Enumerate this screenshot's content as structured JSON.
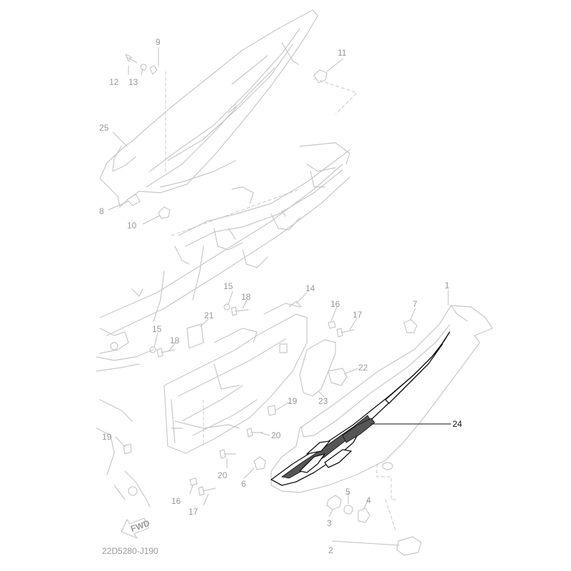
{
  "diagram": {
    "code": "22D5280-J190",
    "fwd_label": "FWD",
    "highlight_color": "#111111",
    "ghost_color": "#c8c8c8",
    "callouts": [
      {
        "id": "c1",
        "text": "1"
      },
      {
        "id": "c2",
        "text": "2"
      },
      {
        "id": "c3",
        "text": "3"
      },
      {
        "id": "c4",
        "text": "4"
      },
      {
        "id": "c5",
        "text": "5"
      },
      {
        "id": "c6",
        "text": "6"
      },
      {
        "id": "c7",
        "text": "7"
      },
      {
        "id": "c8",
        "text": "8"
      },
      {
        "id": "c9",
        "text": "9"
      },
      {
        "id": "c10",
        "text": "10"
      },
      {
        "id": "c11",
        "text": "11"
      },
      {
        "id": "c12",
        "text": "12"
      },
      {
        "id": "c13",
        "text": "13"
      },
      {
        "id": "c14",
        "text": "14"
      },
      {
        "id": "c15a",
        "text": "15"
      },
      {
        "id": "c15b",
        "text": "15"
      },
      {
        "id": "c16a",
        "text": "16"
      },
      {
        "id": "c16b",
        "text": "16"
      },
      {
        "id": "c17a",
        "text": "17"
      },
      {
        "id": "c17b",
        "text": "17"
      },
      {
        "id": "c18a",
        "text": "18"
      },
      {
        "id": "c18b",
        "text": "18"
      },
      {
        "id": "c19a",
        "text": "19"
      },
      {
        "id": "c19b",
        "text": "19"
      },
      {
        "id": "c20a",
        "text": "20"
      },
      {
        "id": "c20b",
        "text": "20"
      },
      {
        "id": "c21",
        "text": "21"
      },
      {
        "id": "c22",
        "text": "22"
      },
      {
        "id": "c23",
        "text": "23"
      },
      {
        "id": "c24",
        "text": "24",
        "highlighted": true
      },
      {
        "id": "c25",
        "text": "25"
      }
    ]
  }
}
